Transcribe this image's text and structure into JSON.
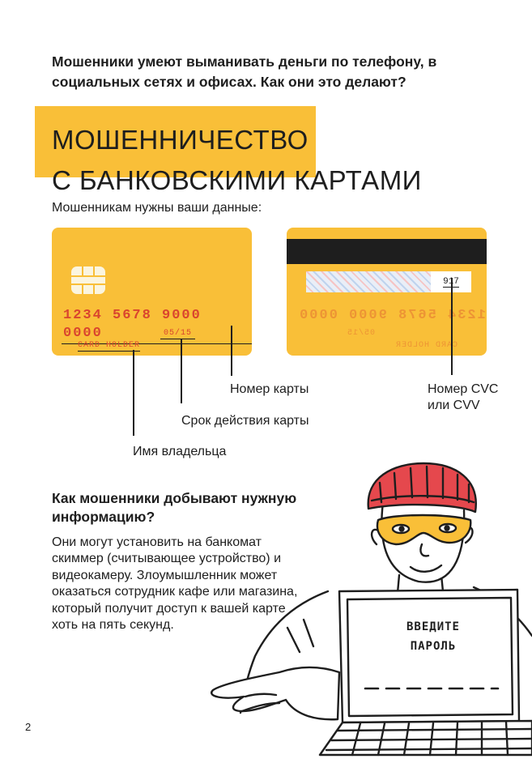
{
  "intro": "Мошенники умеют выманивать деньги по телефону, в социальных сетях и офисах. Как они это делают?",
  "title": {
    "line1": "МОШЕННИЧЕСТВО",
    "line2": "С БАНКОВСКИМИ КАРТАМИ"
  },
  "subtitle": "Мошенникам нужны ваши данные:",
  "card_front": {
    "number": "1234 5678 9000 0000",
    "expiry": "05/15",
    "holder": "CARD HOLDER"
  },
  "card_back": {
    "cvv": "917",
    "mirror_number": "1234 5678 9000 0000",
    "mirror_expiry": "05/15",
    "mirror_holder": "CARD HOLDER"
  },
  "labels": {
    "card_number": "Номер карты",
    "expiry": "Срок действия карты",
    "holder": "Имя владельца",
    "cvv_line1": "Номер CVC",
    "cvv_line2": "или CVV"
  },
  "section": {
    "heading": "Как мошенники добывают нужную информацию?",
    "body": "Они могут установить на банкомат скиммер (считывающее устройство) и видеокамеру. Злоумышленник может оказаться сотрудник кафе или магазина, который получит доступ к вашей карте хоть на пять секунд."
  },
  "laptop_screen": {
    "line1": "ВВЕДИТЕ",
    "line2": "ПАРОЛЬ"
  },
  "page_number": "2",
  "colors": {
    "accent_yellow": "#f9bf38",
    "number_red": "#d9452e",
    "hat_red": "#e5484d",
    "ink": "#1e1e1e"
  }
}
